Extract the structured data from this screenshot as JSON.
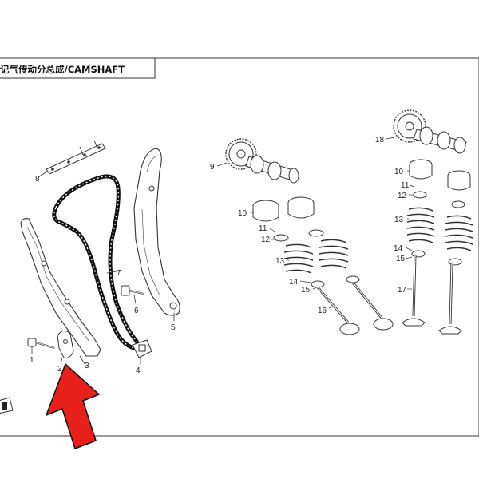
{
  "header": {
    "title": "记气传动分总成/CAMSHAFT"
  },
  "callouts": {
    "c1": "1",
    "c2": "2",
    "c3": "3",
    "c4": "4",
    "c5": "5",
    "c6": "6",
    "c7": "7",
    "c8": "8",
    "c9": "9",
    "c10a": "10",
    "c11a": "11",
    "c12a": "12",
    "c13a": "13",
    "c14a": "14",
    "c15a": "15",
    "c16": "16",
    "c18": "18",
    "c10b": "10",
    "c11b": "11",
    "c12b": "12",
    "c13b": "13",
    "c14b": "14",
    "c15b": "15",
    "c17": "17"
  },
  "arrow": {
    "color": "#e8201b",
    "outline": "#111111"
  }
}
